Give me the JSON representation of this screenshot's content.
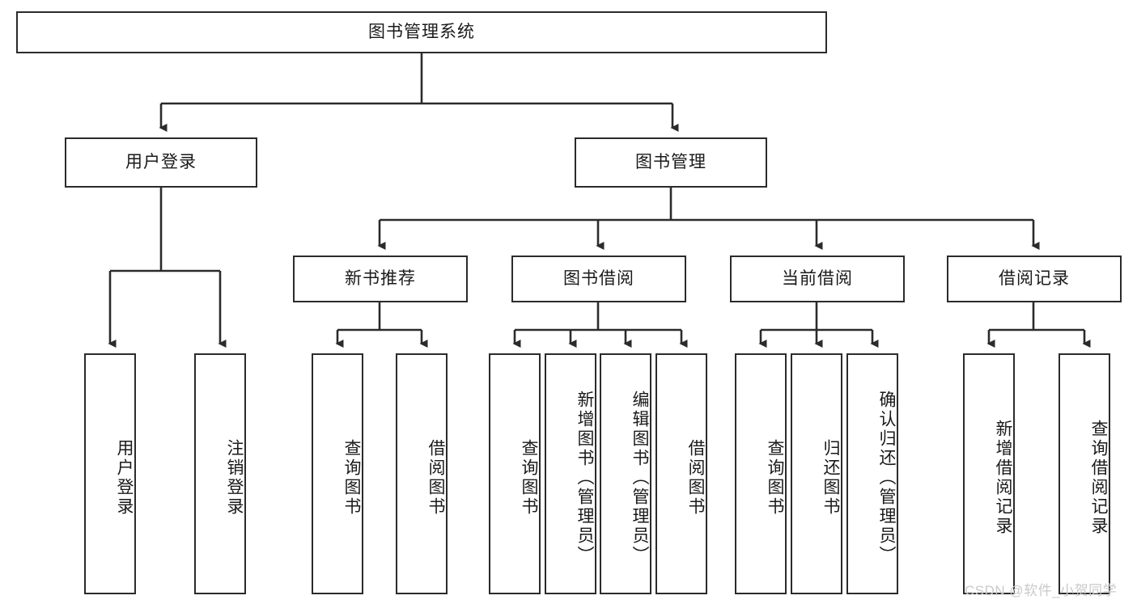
{
  "diagram": {
    "title": "图书管理系统",
    "type": "tree-hierarchy",
    "watermark": "CSDN @软件_小贺同学",
    "colors": {
      "stroke": "#2b2b2b",
      "fill": "#ffffff",
      "text": "#1a1a1a",
      "watermark": "#c9c9c9"
    },
    "nodes": {
      "root": {
        "label": "图书管理系统"
      },
      "level2": [
        {
          "id": "user-login",
          "label": "用户登录"
        },
        {
          "id": "book-manage",
          "label": "图书管理"
        }
      ],
      "level3": [
        {
          "id": "new-book-recommend",
          "label": "新书推荐"
        },
        {
          "id": "book-borrow",
          "label": "图书借阅"
        },
        {
          "id": "current-borrow",
          "label": "当前借阅"
        },
        {
          "id": "borrow-record",
          "label": "借阅记录"
        }
      ],
      "leaves": {
        "user-login": [
          {
            "id": "leaf-user-login",
            "label": "用户登录"
          },
          {
            "id": "leaf-user-logout",
            "label": "注销登录"
          }
        ],
        "new-book-recommend": [
          {
            "id": "leaf-query-book-1",
            "label": "查询图书"
          },
          {
            "id": "leaf-borrow-book-1",
            "label": "借阅图书"
          }
        ],
        "book-borrow": [
          {
            "id": "leaf-query-book-2",
            "label": "查询图书"
          },
          {
            "id": "leaf-add-book",
            "label": "新增图书（管理员）"
          },
          {
            "id": "leaf-edit-book",
            "label": "编辑图书（管理员）"
          },
          {
            "id": "leaf-borrow-book-2",
            "label": "借阅图书"
          }
        ],
        "current-borrow": [
          {
            "id": "leaf-query-book-3",
            "label": "查询图书"
          },
          {
            "id": "leaf-return-book",
            "label": "归还图书"
          },
          {
            "id": "leaf-confirm-return",
            "label": "确认归还（管理员）"
          }
        ],
        "borrow-record": [
          {
            "id": "leaf-add-record",
            "label": "新增借阅记录"
          },
          {
            "id": "leaf-query-record",
            "label": "查询借阅记录"
          }
        ]
      }
    }
  }
}
